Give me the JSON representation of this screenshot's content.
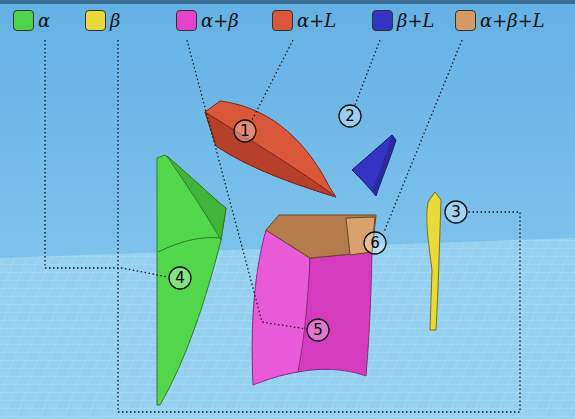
{
  "diagram": {
    "labels": [
      "1",
      "2",
      "3",
      "4",
      "5",
      "6"
    ],
    "legend": [
      {
        "text": "α",
        "color": "#4fd34a"
      },
      {
        "text": "β",
        "color": "#e8da3a"
      },
      {
        "text": "α+β",
        "color": "#e244cc"
      },
      {
        "text": "α+L",
        "color": "#d9573a"
      },
      {
        "text": "β+L",
        "color": "#3434c4"
      },
      {
        "text": "α+β+L",
        "color": "#d49a66"
      }
    ]
  }
}
